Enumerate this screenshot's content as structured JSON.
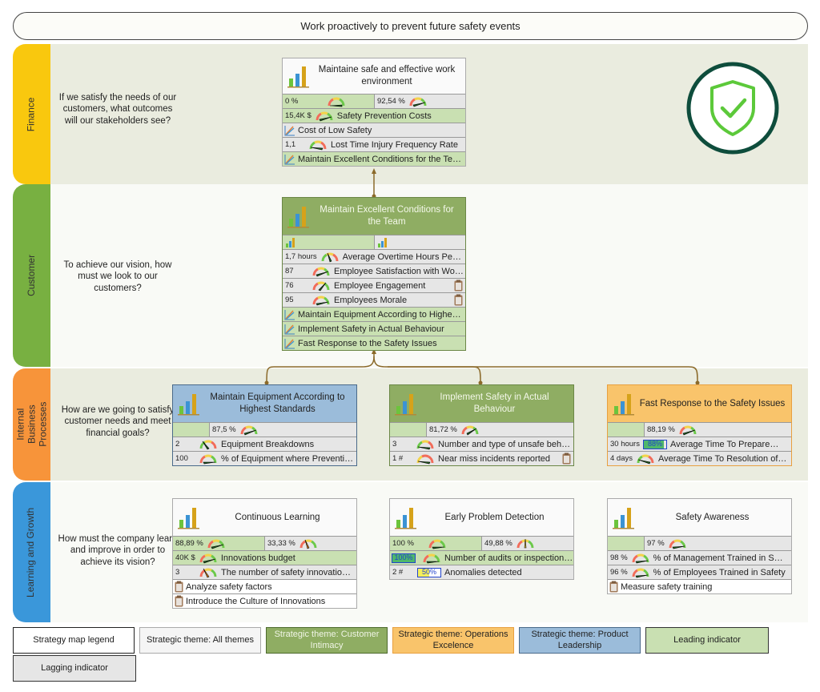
{
  "vision": "Work proactively to prevent future safety events",
  "perspectives": [
    {
      "name": "Finance",
      "question": "If we satisfy the needs of our customers, what outcomes will our stakeholders see?",
      "color": "#f9c80e"
    },
    {
      "name": "Customer",
      "question": "To achieve our vision, how must we look to our customers?",
      "color": "#78b041"
    },
    {
      "name": "Internal Business Processes",
      "question": "How are we going to satisfy customer needs and meet financial goals?",
      "color": "#f7943a"
    },
    {
      "name": "Learning and Growth",
      "question": "How must the company learn and improve in order to achieve its vision?",
      "color": "#3a97da"
    }
  ],
  "badge_icon": "shield-check-icon",
  "objectives": {
    "finance": {
      "title": "Maintaine safe and effective work environment",
      "score_left": "0 %",
      "score_right": "92,54 %",
      "rows": [
        {
          "value": "15,4K $",
          "label": "Safety Prevention Costs",
          "icon": "gauge-icon",
          "type": "lead"
        },
        {
          "value": "",
          "label": "Cost of Low Safety",
          "icon": "trend-icon",
          "type": "lag"
        },
        {
          "value": "1,1",
          "label": "Lost Time Injury Frequency Rate",
          "icon": "gauge-icon",
          "type": "lag"
        },
        {
          "value": "",
          "label": "Maintain Excellent Conditions for the Te…",
          "icon": "trend-icon",
          "type": "lead"
        }
      ]
    },
    "customer": {
      "title": "Maintain Excellent Conditions for the Team",
      "rows": [
        {
          "value": "1,7 hours",
          "label": "Average Overtime Hours Pe…",
          "icon": "gauge-icon",
          "type": "lag"
        },
        {
          "value": "87",
          "label": "Employee Satisfaction with Wor…",
          "icon": "gauge-icon",
          "type": "lag"
        },
        {
          "value": "76",
          "label": "Employee Engagement",
          "icon": "gauge-icon",
          "type": "lag",
          "note": "clipboard-icon"
        },
        {
          "value": "95",
          "label": "Employees Morale",
          "icon": "gauge-icon",
          "type": "lag",
          "note": "clipboard-icon"
        },
        {
          "value": "",
          "label": "Maintain Equipment According to Highe…",
          "icon": "trend-icon",
          "type": "lead"
        },
        {
          "value": "",
          "label": "Implement Safety in Actual Behaviour",
          "icon": "trend-icon",
          "type": "lead"
        },
        {
          "value": "",
          "label": "Fast Response to the Safety Issues",
          "icon": "trend-icon",
          "type": "lead"
        }
      ]
    },
    "equipment": {
      "title": "Maintain Equipment According to Highest Standards",
      "score_right": "87,5 %",
      "rows": [
        {
          "value": "2",
          "label": "Equipment Breakdowns",
          "icon": "gauge-icon",
          "type": "lag"
        },
        {
          "value": "100",
          "label": "% of Equipment where Preventi…",
          "icon": "gauge-icon",
          "type": "lag"
        }
      ]
    },
    "behaviour": {
      "title": "Implement Safety in Actual Behaviour",
      "score_right": "81,72 %",
      "rows": [
        {
          "value": "3",
          "label": "Number and type of unsafe beh…",
          "icon": "gauge-icon",
          "type": "lag"
        },
        {
          "value": "1 #",
          "label": "Near miss incidents reported",
          "icon": "gauge-icon",
          "type": "lag",
          "note": "clipboard-icon"
        }
      ]
    },
    "response": {
      "title": "Fast Response to the Safety Issues",
      "score_right": "88,19 %",
      "rows": [
        {
          "value": "30 hours",
          "label": "Average Time To Prepare…",
          "icon": "progress-bar",
          "progress": 88,
          "progress_label": "88%",
          "type": "lag"
        },
        {
          "value": "4 days",
          "label": "Average Time To Resolution of…",
          "icon": "gauge-icon",
          "type": "lag"
        }
      ]
    },
    "learning": {
      "title": "Continuous Learning",
      "score_left": "88,89 %",
      "score_right": "33,33 %",
      "rows": [
        {
          "value": "40K $",
          "label": "Innovations budget",
          "icon": "gauge-icon",
          "type": "lead"
        },
        {
          "value": "3",
          "label": "The number of safety innovatio…",
          "icon": "gauge-icon",
          "type": "lag"
        },
        {
          "value": "",
          "label": "Analyze safety factors",
          "icon": "clipboard-icon",
          "type": "white"
        },
        {
          "value": "",
          "label": "Introduce the Culture of Innovations",
          "icon": "clipboard-icon",
          "type": "white"
        }
      ]
    },
    "detection": {
      "title": "Early Problem Detection",
      "score_left": "100 %",
      "score_right": "49,88 %",
      "rows": [
        {
          "value": "",
          "label": "Number of audits or inspection…",
          "icon": "progress-bar",
          "progress": 100,
          "progress_label": "100%",
          "type": "lead"
        },
        {
          "value": "2 #",
          "label": "Anomalies detected",
          "icon": "progress-bar",
          "progress": 50,
          "progress_label": "50%",
          "type": "lag"
        }
      ]
    },
    "awareness": {
      "title": "Safety Awareness",
      "score_right": "97 %",
      "rows": [
        {
          "value": "98 %",
          "label": "% of Management Trained in S…",
          "icon": "gauge-icon",
          "type": "lag"
        },
        {
          "value": "96 %",
          "label": "% of Employees Trained in Safety",
          "icon": "gauge-icon",
          "type": "lag"
        },
        {
          "value": "",
          "label": "Measure safety training",
          "icon": "clipboard-icon",
          "type": "white"
        }
      ]
    }
  },
  "legend": [
    {
      "label": "Strategy map legend",
      "bg": "#ffffff",
      "fg": "#222222"
    },
    {
      "label": "Strategic theme: All themes",
      "bg": "#f5f5f5",
      "fg": "#222222"
    },
    {
      "label": "Strategic theme: Customer Intimacy",
      "bg": "#8fad63",
      "fg": "#f0f5e6"
    },
    {
      "label": "Strategic theme: Operations Excelence",
      "bg": "#f9c46b",
      "fg": "#222222"
    },
    {
      "label": "Strategic theme: Product Leadership",
      "bg": "#9bbcda",
      "fg": "#222222"
    },
    {
      "label": "Leading indicator",
      "bg": "#c9e0b2",
      "fg": "#222222"
    },
    {
      "label": "Lagging indicator",
      "bg": "#e6e6e6",
      "fg": "#222222"
    }
  ]
}
